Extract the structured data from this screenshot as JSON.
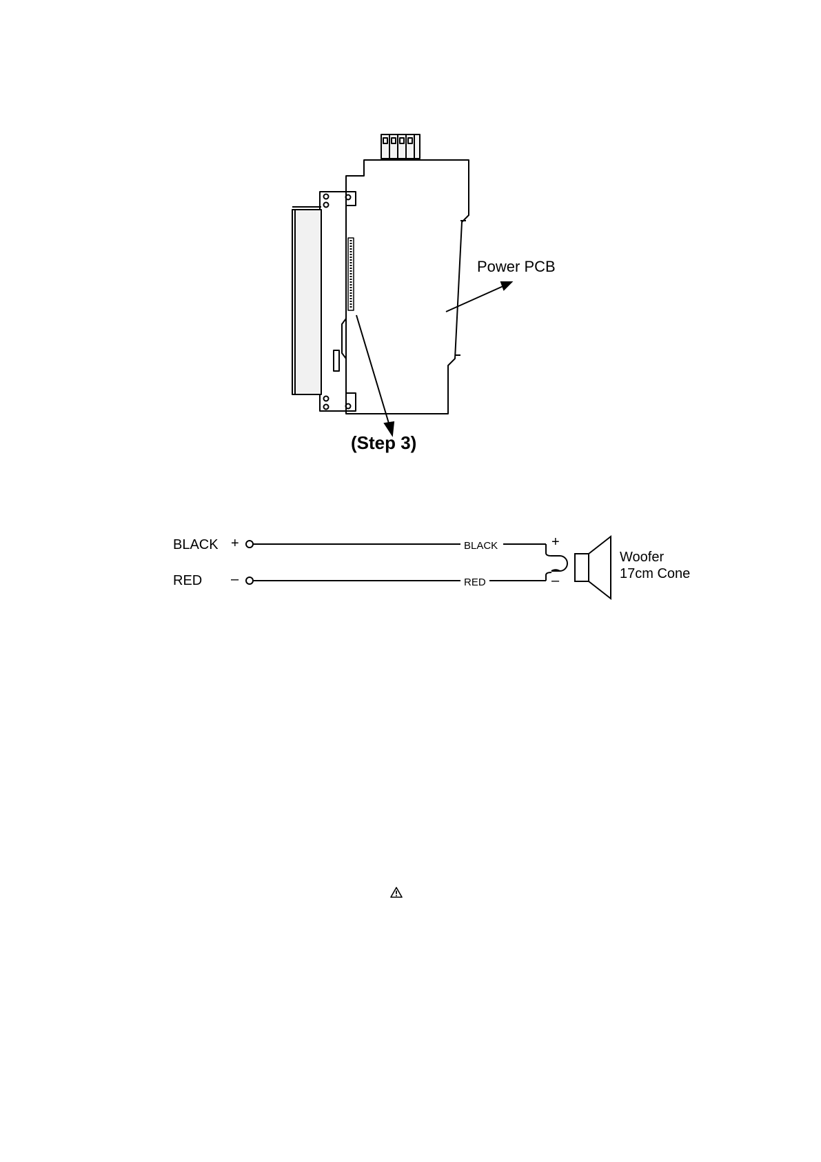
{
  "assembly_figure": {
    "board_label": "Power PCB",
    "step_label": "(Step 3)"
  },
  "wiring_diagram": {
    "terminal_plus_label": "BLACK",
    "terminal_minus_label": "RED",
    "plus_sign": "+",
    "minus_sign": "–",
    "wire_top_label": "BLACK",
    "wire_bottom_label": "RED",
    "speaker_plus": "+",
    "speaker_minus": "–",
    "speaker_name_line1": "Woofer",
    "speaker_name_line2": "17cm Cone"
  },
  "warning_icon": "caution-triangle-icon"
}
